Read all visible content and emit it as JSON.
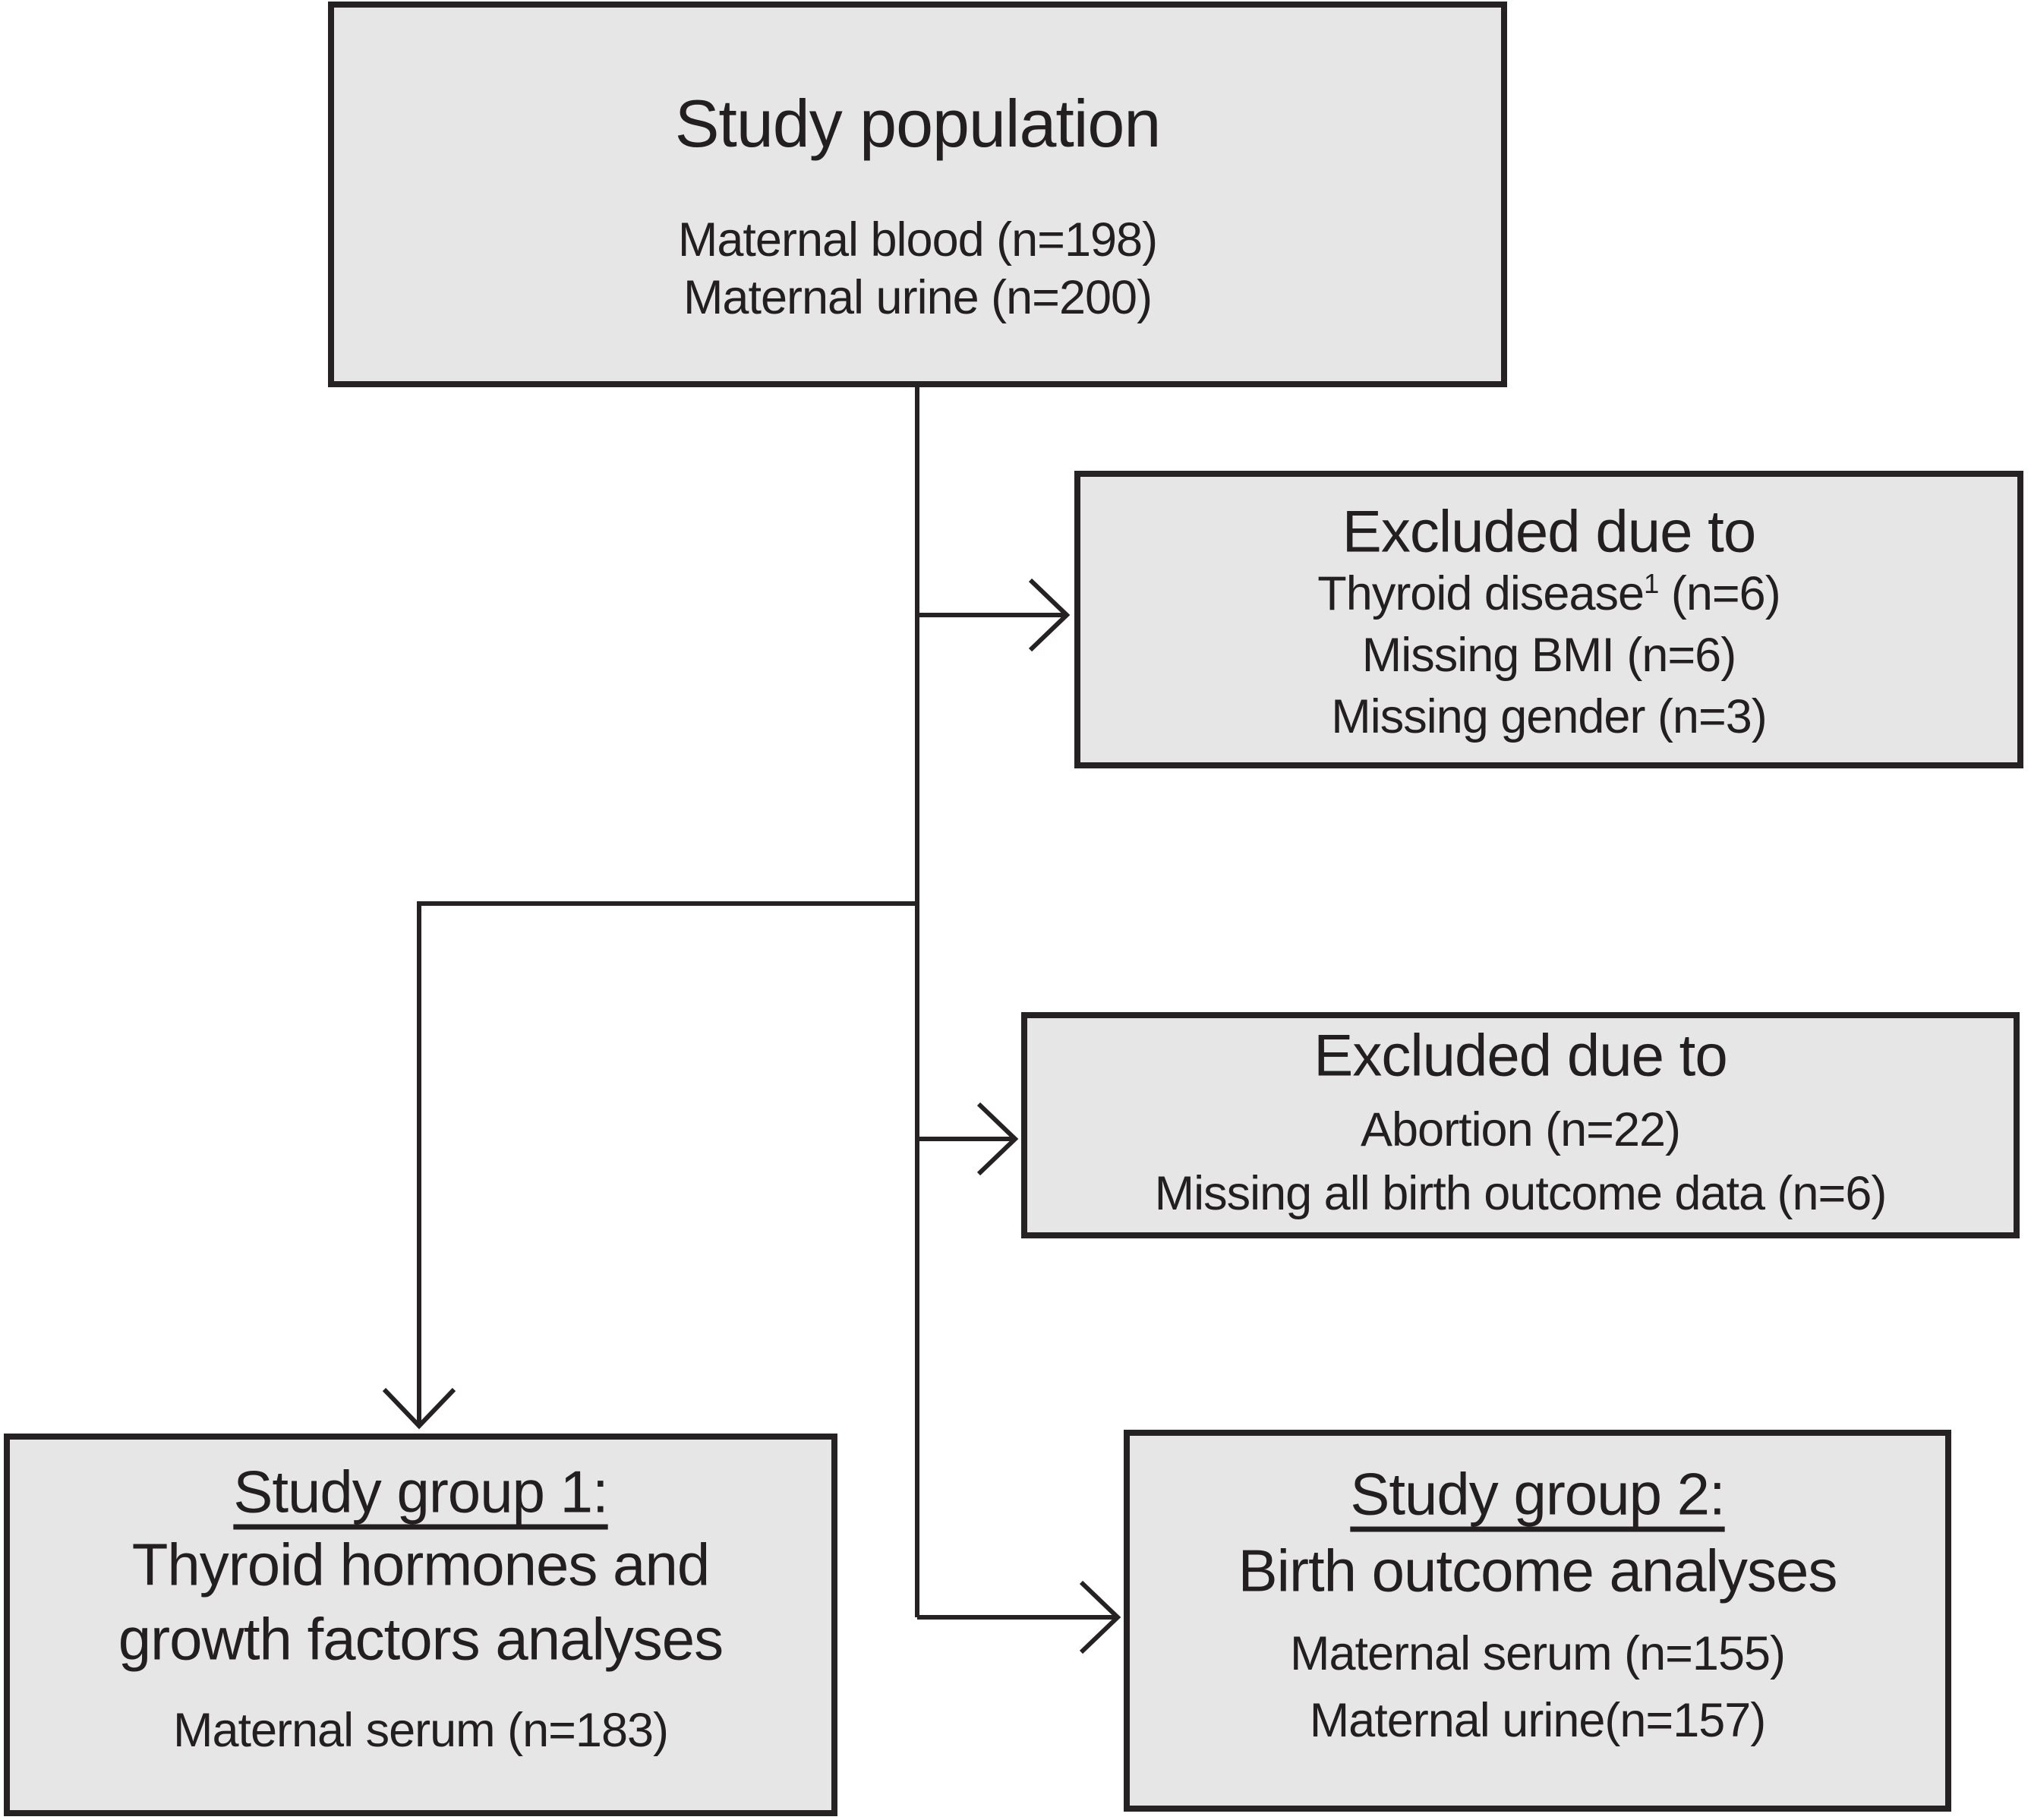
{
  "colors": {
    "background": "#ffffff",
    "box_fill": "#e7e6e6",
    "line": "#262223",
    "text": "#231f20"
  },
  "boxes": {
    "study_population": {
      "title": "Study population",
      "line1": "Maternal blood (n=198)",
      "line2": "Maternal urine (n=200)"
    },
    "excluded_1": {
      "title": "Excluded due to",
      "reason1_text": "Thyroid disease",
      "reason1_sup": "1",
      "reason1_tail": " (n=6)",
      "reason2": "Missing BMI (n=6)",
      "reason3": "Missing gender (n=3)"
    },
    "excluded_2": {
      "title": "Excluded due to",
      "reason1": "Abortion (n=22)",
      "reason2": "Missing all birth outcome data (n=6)"
    },
    "study_group_1": {
      "title": "Study group 1:",
      "line1": "Thyroid hormones and",
      "line2": "growth factors analyses",
      "sub": "Maternal serum (n=183)"
    },
    "study_group_2": {
      "title": "Study group 2:",
      "line1": "Birth outcome analyses",
      "sub1": "Maternal serum (n=155)",
      "sub2": "Maternal urine(n=157)"
    }
  }
}
